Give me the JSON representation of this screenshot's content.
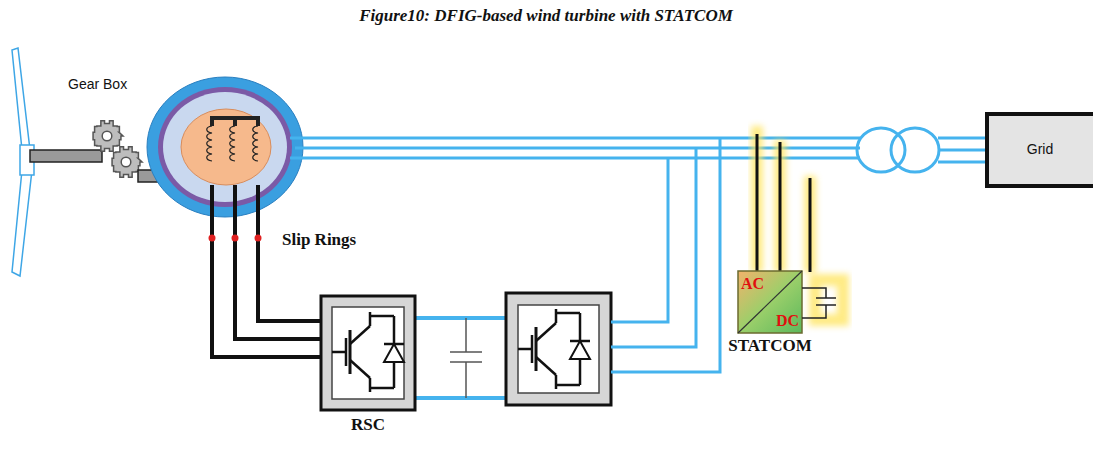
{
  "diagram": {
    "title": "Figure10: DFIG-based wind turbine with STATCOM",
    "nodes": [
      {
        "text": [
          "RSC"
        ]
      },
      {
        "text": [
          "AC",
          "DC",
          "STATCOM"
        ]
      },
      {
        "text": [
          "Grid"
        ]
      }
    ],
    "labels": [
      "Gear Box",
      "Slip Rings"
    ]
  }
}
